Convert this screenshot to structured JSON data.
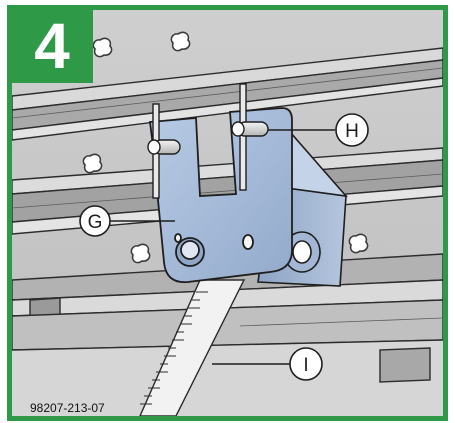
{
  "step": {
    "number": "4"
  },
  "callouts": {
    "g": "G",
    "h": "H",
    "i": "I"
  },
  "figure": {
    "reference_code": "98207-213-07"
  },
  "colors": {
    "frame_green": "#2e9a48",
    "bracket_blue": "#a9bedb",
    "rail_gray": "#b5b5b5",
    "background_gray": "#c6c6c6"
  }
}
